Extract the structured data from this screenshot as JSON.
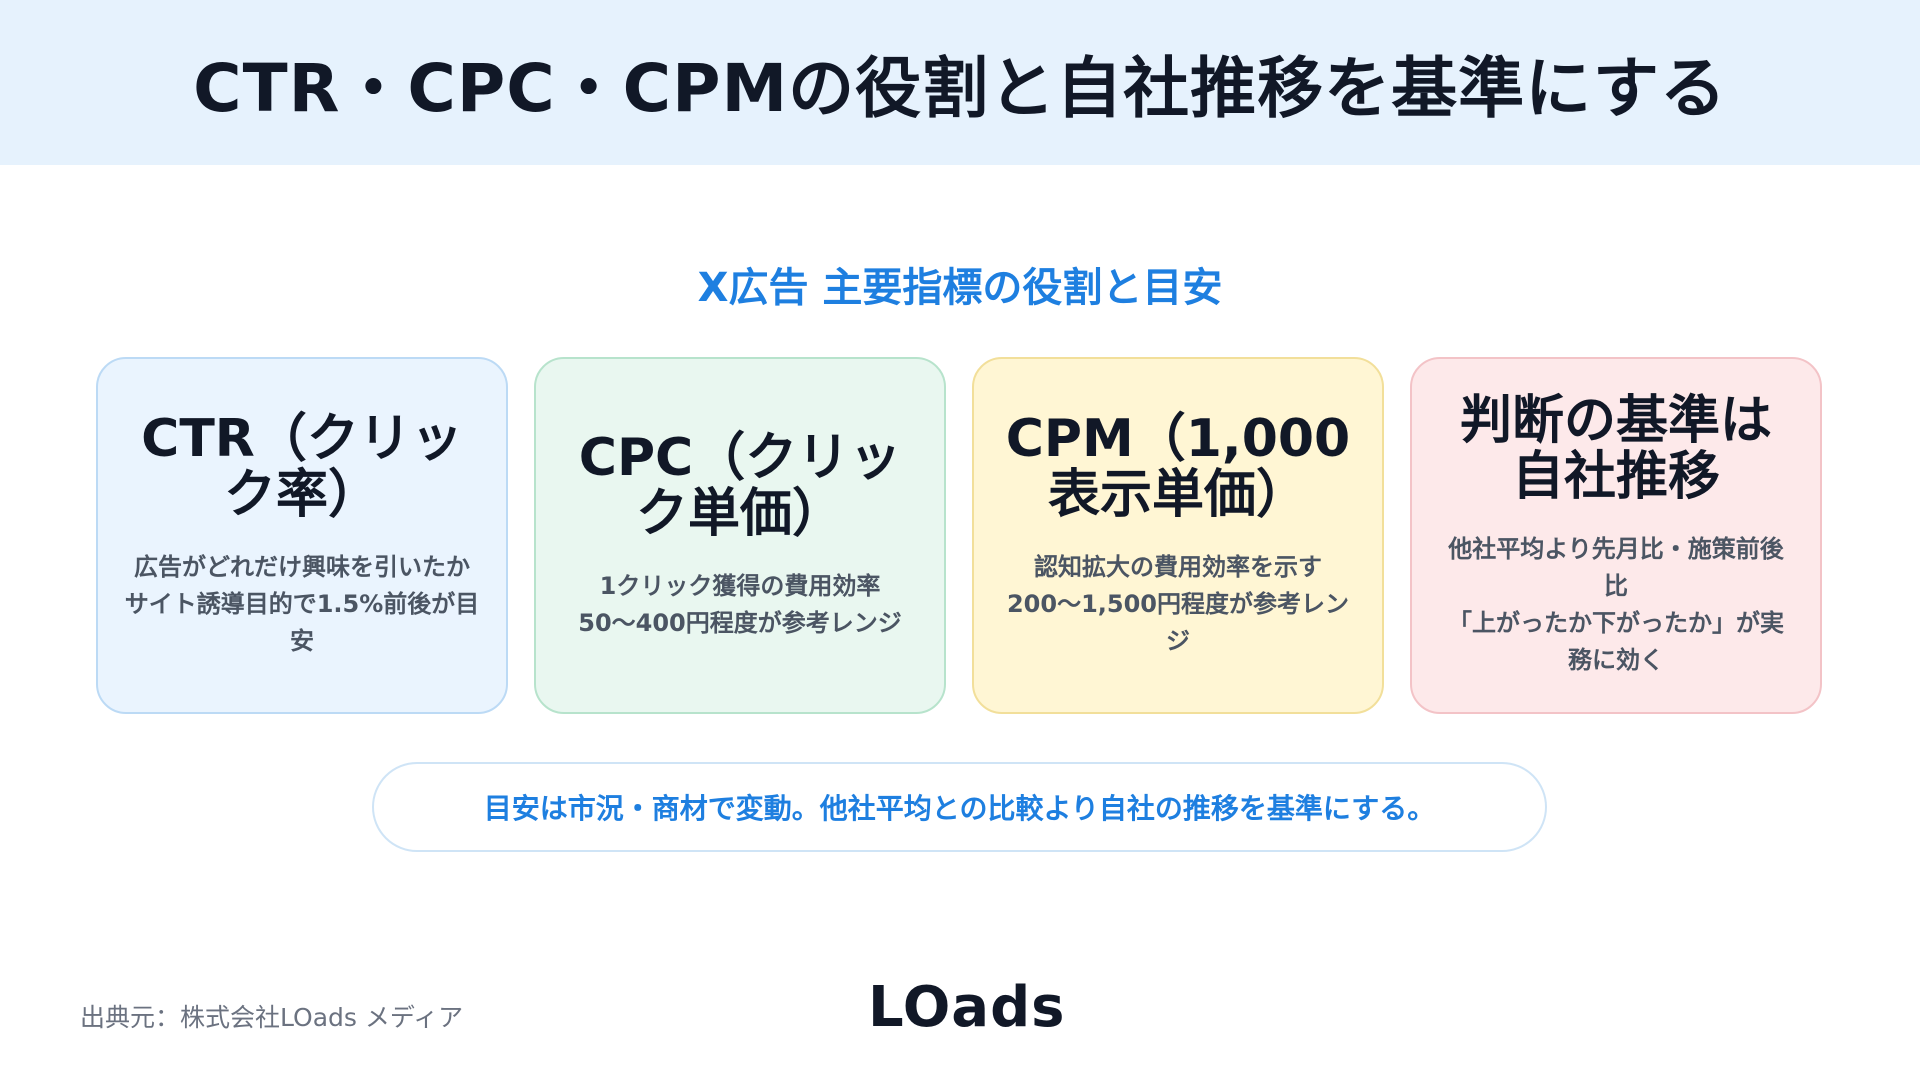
{
  "header": {
    "title": "CTR・CPC・CPMの役割と自社推移を基準にする"
  },
  "section": {
    "title": "X広告 主要指標の役割と目安"
  },
  "cards": [
    {
      "heading": "CTR（クリック率）",
      "body": "広告がどれだけ興味を引いたか\nサイト誘導目的で1.5%前後が目安"
    },
    {
      "heading": "CPC（クリック単価）",
      "body": "1クリック獲得の費用効率\n50〜400円程度が参考レンジ"
    },
    {
      "heading": "CPM（1,000表示単価）",
      "body": "認知拡大の費用効率を示す\n200〜1,500円程度が参考レンジ"
    },
    {
      "heading": "判断の基準は自社推移",
      "body": "他社平均より先月比・施策前後比\n「上がったか下がったか」が実務に効く"
    }
  ],
  "note": {
    "text": "目安は市況・商材で変動。他社平均との比較より自社の推移を基準にする。"
  },
  "footer": {
    "source": "出典元：株式会社LOads メディア",
    "logo": "LOads"
  }
}
